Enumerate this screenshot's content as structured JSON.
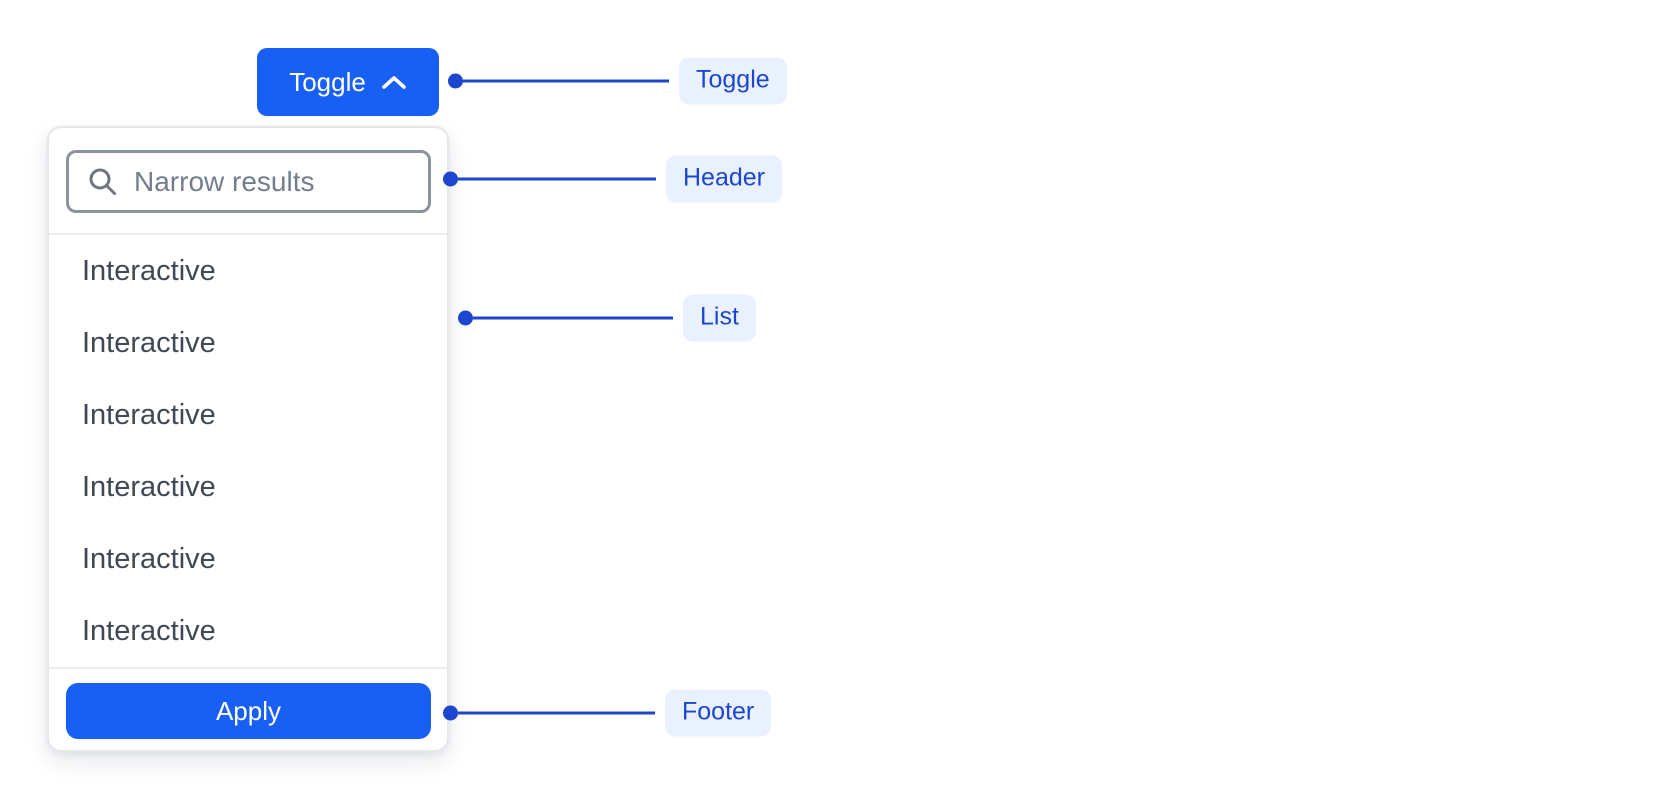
{
  "toggle_button": {
    "label": "Toggle",
    "icon": "chevron-up-icon"
  },
  "popup": {
    "header": {
      "search_placeholder": "Narrow results",
      "search_icon": "magnifying-glass-icon"
    },
    "list": {
      "items": [
        "Interactive",
        "Interactive",
        "Interactive",
        "Interactive",
        "Interactive",
        "Interactive"
      ]
    },
    "footer": {
      "apply_label": "Apply"
    }
  },
  "annotations": [
    {
      "label": "Toggle"
    },
    {
      "label": "Header"
    },
    {
      "label": "List"
    },
    {
      "label": "Footer"
    }
  ],
  "colors": {
    "primary_blue": "#1760F3",
    "annotation_blue": "#1C46CF",
    "chip_bg": "#EAF1FE",
    "list_text": "#3F4854",
    "placeholder_text": "#737D8C",
    "input_border": "#8D939D",
    "icon_gray": "#6F7683",
    "divider": "#ECEDEF",
    "panel_border": "#E6E7EA",
    "page_bg": "#FFFFFF"
  }
}
